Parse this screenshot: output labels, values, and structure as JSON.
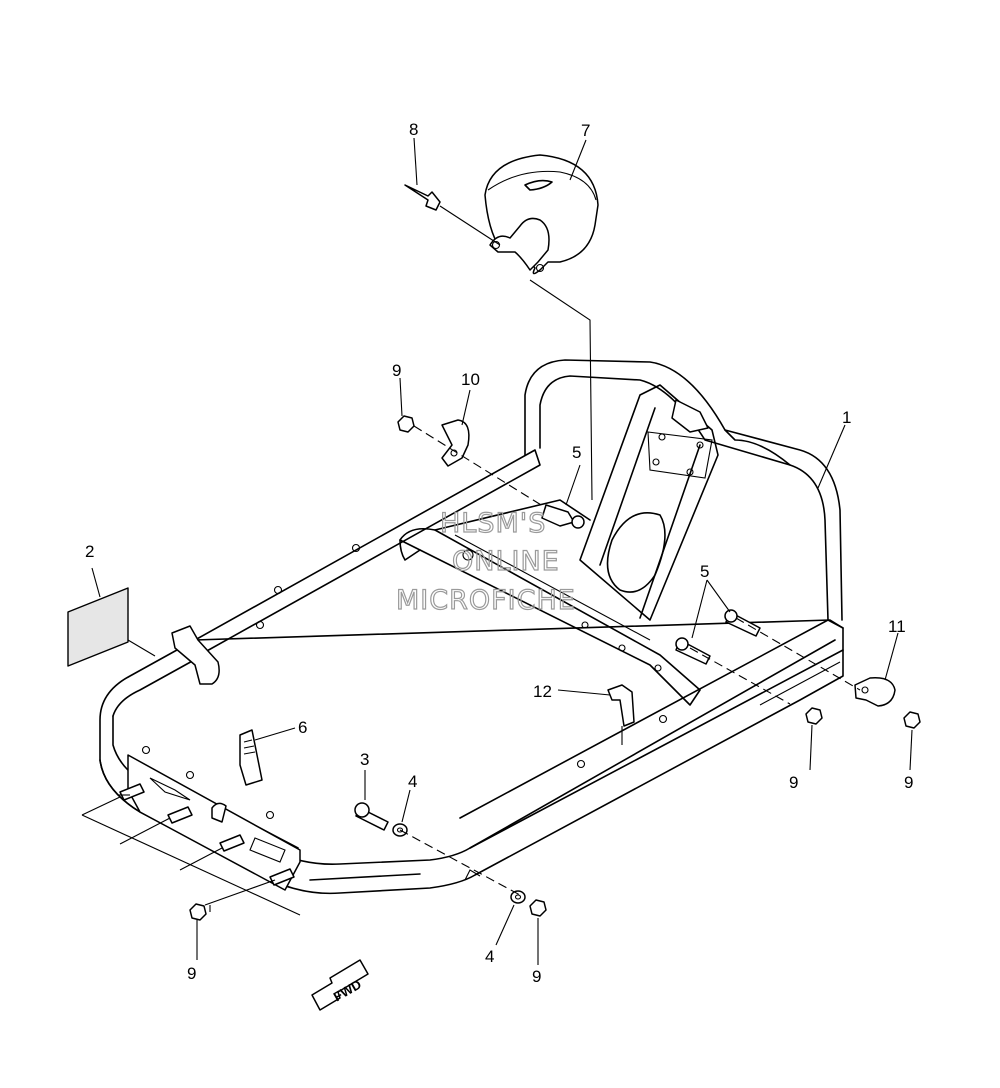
{
  "callouts": [
    {
      "id": "c1",
      "text": "1"
    },
    {
      "id": "c2",
      "text": "2"
    },
    {
      "id": "c3",
      "text": "3"
    },
    {
      "id": "c4a",
      "text": "4"
    },
    {
      "id": "c4b",
      "text": "4"
    },
    {
      "id": "c5a",
      "text": "5"
    },
    {
      "id": "c5b",
      "text": "5"
    },
    {
      "id": "c6",
      "text": "6"
    },
    {
      "id": "c7",
      "text": "7"
    },
    {
      "id": "c8",
      "text": "8"
    },
    {
      "id": "c9a",
      "text": "9"
    },
    {
      "id": "c9b",
      "text": "9"
    },
    {
      "id": "c9c",
      "text": "9"
    },
    {
      "id": "c9d",
      "text": "9"
    },
    {
      "id": "c9e",
      "text": "9"
    },
    {
      "id": "c10",
      "text": "10"
    },
    {
      "id": "c11",
      "text": "11"
    },
    {
      "id": "c12",
      "text": "12"
    }
  ],
  "watermark": {
    "line1": "HLSM'S",
    "line2": "ONLINE",
    "line3": "MICROFICHE"
  },
  "direction_arrow": {
    "label": "FWD",
    "icon": "fwd-arrow-icon"
  }
}
